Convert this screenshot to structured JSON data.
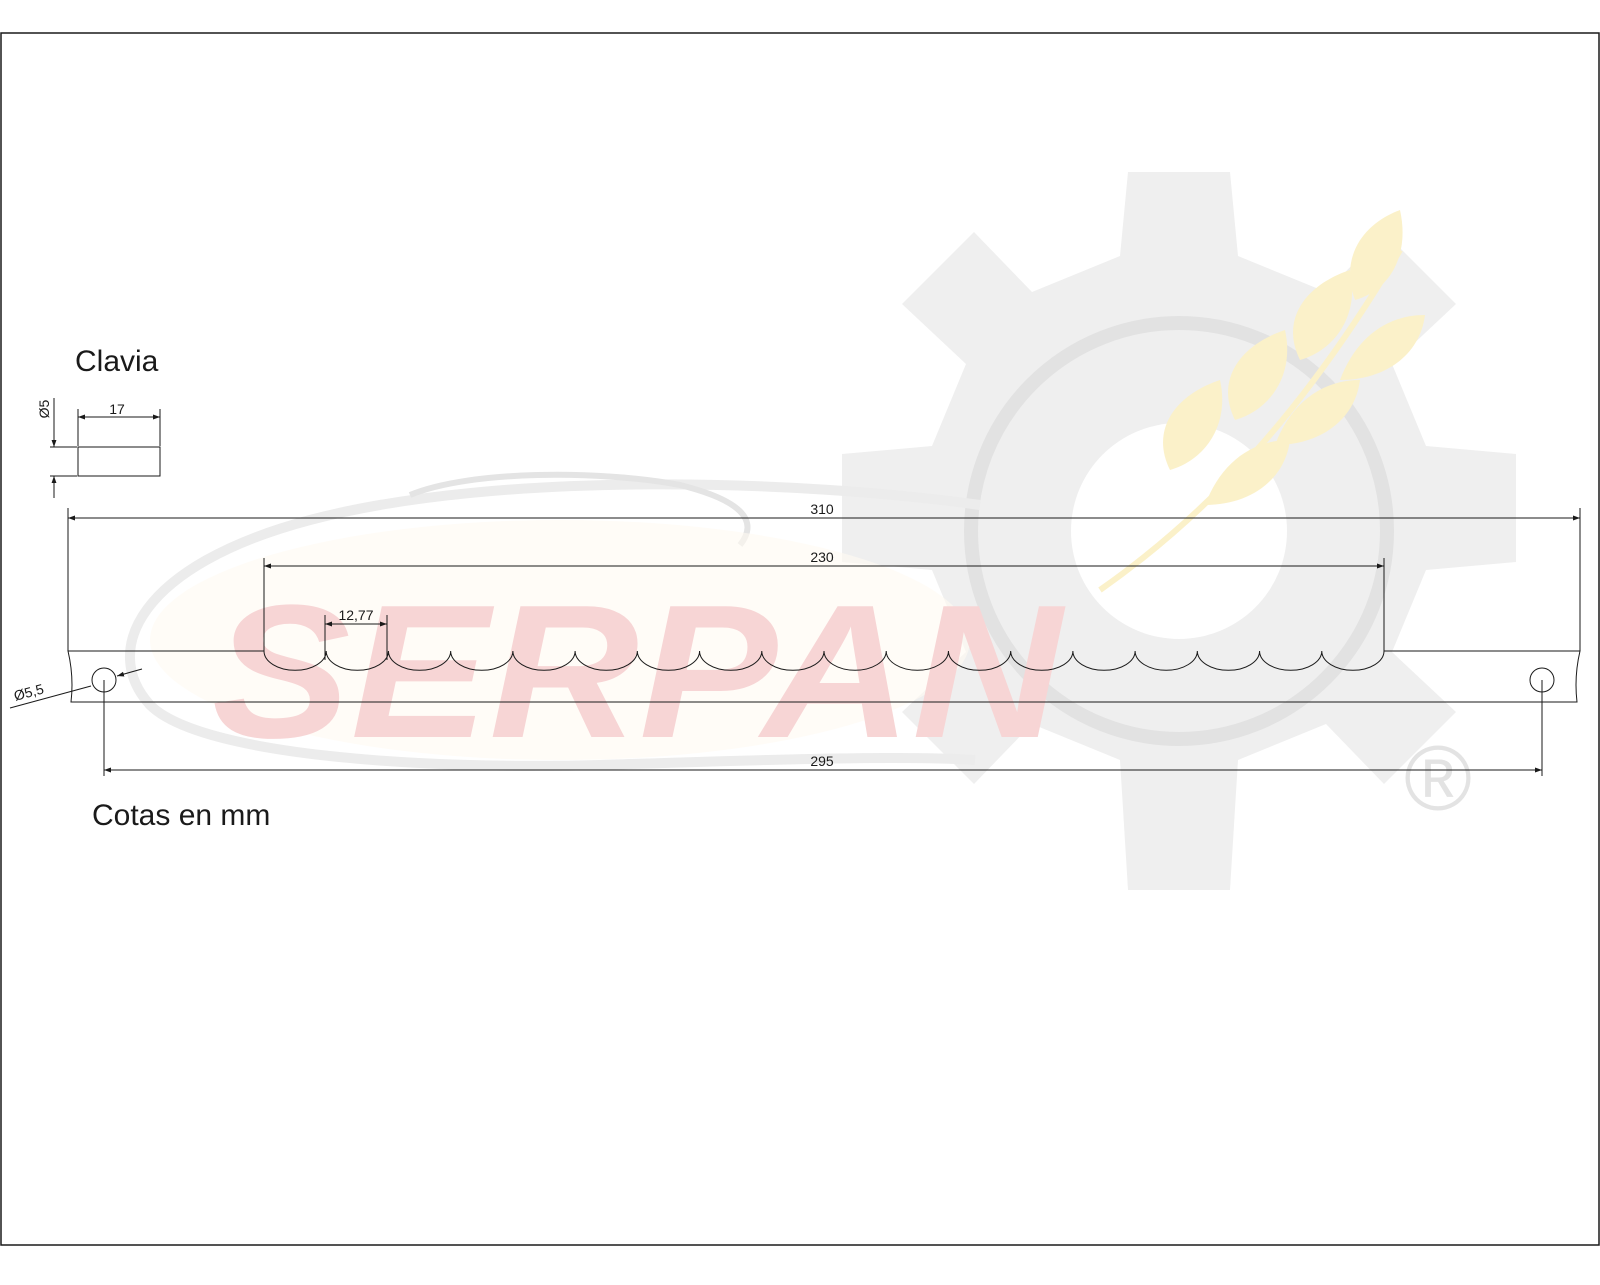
{
  "drawing": {
    "title": "Clavia",
    "units_note": "Cotas en mm",
    "line_color": "#1a1a1a"
  },
  "watermark": {
    "brand": "SERPAN",
    "registered_mark": "®",
    "gear_color": "#efefef",
    "text_color": "#f7d5d5",
    "leaf_color": "#fbf1c9"
  },
  "pin_detail": {
    "diameter_label": "Ø5",
    "length_label": "17"
  },
  "blade_dimensions": {
    "overall_length": "310",
    "serrated_length": "230",
    "tooth_pitch": "12,77",
    "hole_diameter": "Ø5,5",
    "hole_spacing": "295"
  }
}
